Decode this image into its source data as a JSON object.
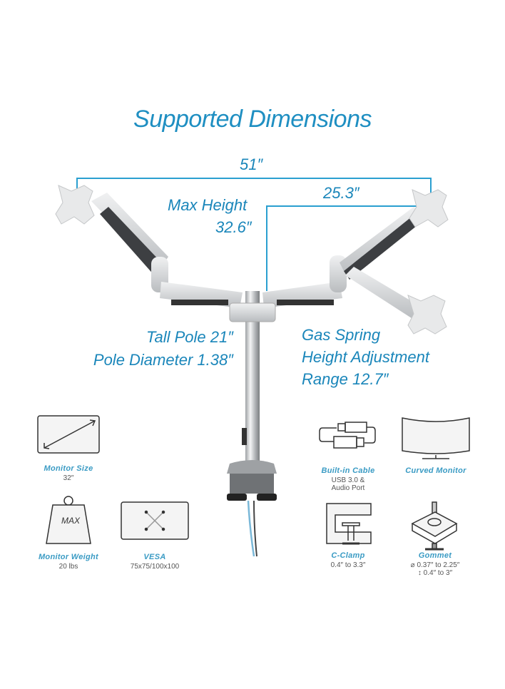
{
  "header": {
    "title": "Supported Dimensions"
  },
  "dimensions": {
    "total_width": "51″",
    "arm_reach": "25.3″",
    "max_height_label": "Max Height",
    "max_height_value": "32.6″",
    "pole_height": "Tall Pole 21″",
    "pole_diameter": "Pole Diameter 1.38″",
    "gas_spring_line1": "Gas Spring",
    "gas_spring_line2": "Height Adjustment",
    "gas_spring_line3": "Range 12.7″"
  },
  "features": [
    {
      "icon": "monitor-size-icon",
      "label": "Monitor Size",
      "detail": "32″"
    },
    {
      "icon": "weight-max-icon",
      "label": "Monitor Weight",
      "detail": "20 lbs",
      "icon_text": "MAX"
    },
    {
      "icon": "vesa-pattern-icon",
      "label": "VESA",
      "detail": "75x75/100x100"
    },
    {
      "icon": "cable-icon",
      "label": "Built-in Cable",
      "detail_line1": "USB 3.0 &",
      "detail_line2": "Audio Port"
    },
    {
      "icon": "curved-monitor-icon",
      "label": "Curved Monitor"
    },
    {
      "icon": "c-clamp-icon",
      "label": "C-Clamp",
      "detail": "0.4″ to 3.3″"
    },
    {
      "icon": "grommet-icon",
      "label": "Gommet",
      "detail_line1": "⌀ 0.37″ to 2.25″",
      "detail_line2": "↕ 0.4″ to 3″"
    }
  ],
  "colors": {
    "accent": "#1f8fc2",
    "line": "#2a9fd0",
    "silver": "#d6d8da",
    "dark": "#3a3d40"
  }
}
